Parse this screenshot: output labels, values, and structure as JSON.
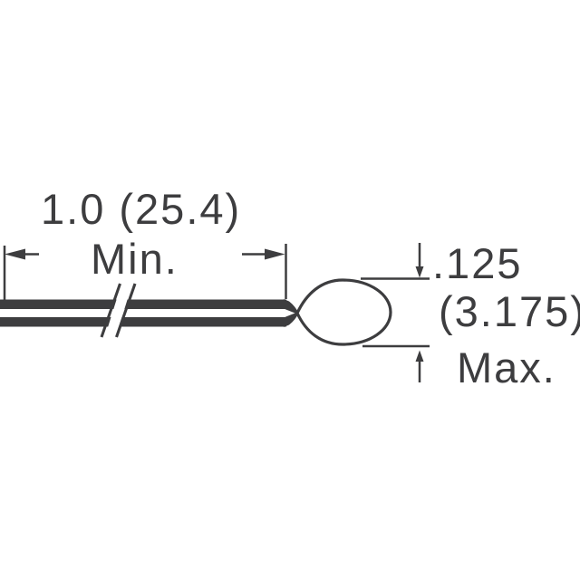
{
  "colors": {
    "background": "#ffffff",
    "ink": "#3d3d3f"
  },
  "drawing": {
    "lead_length_value": "1.0 (25.4)",
    "lead_length_qualifier": "Min.",
    "bead_diameter_inches": ".125",
    "bead_diameter_millimeters": "(3.175)",
    "bead_diameter_qualifier": "Max."
  }
}
